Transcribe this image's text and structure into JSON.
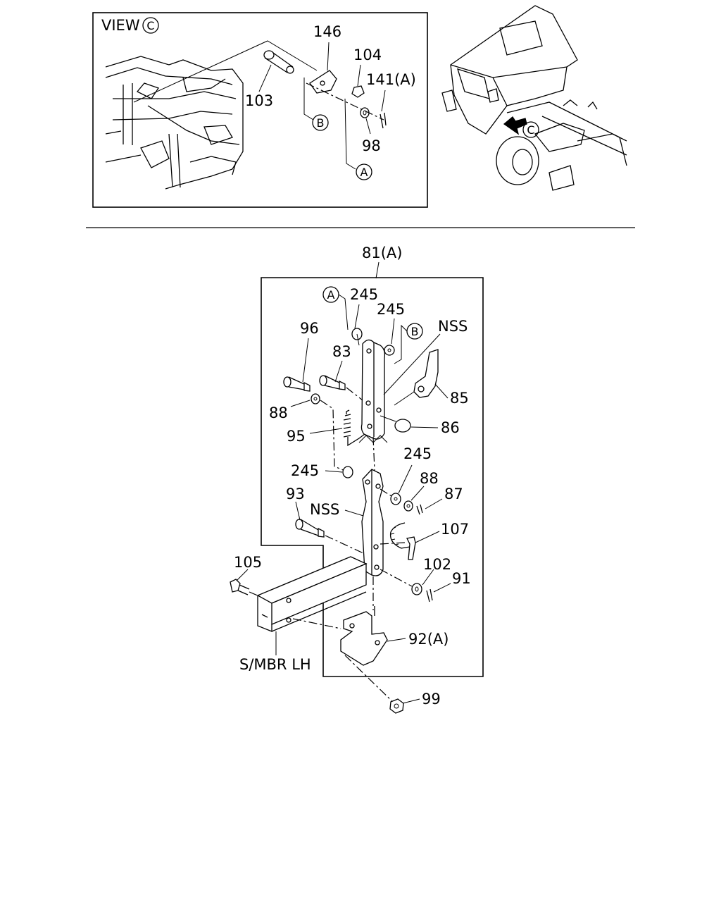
{
  "view_title": "VIEW",
  "view_circle": "C",
  "subassembly_label": "81(A)",
  "callouts": {
    "c146": "146",
    "c104": "104",
    "c141a": "141(A)",
    "c103": "103",
    "c98": "98",
    "c245a": "245",
    "c245b": "245",
    "c245c": "245",
    "c245d": "245",
    "c96": "96",
    "c83": "83",
    "c88a": "88",
    "c88b": "88",
    "c95": "95",
    "c85": "85",
    "c86": "86",
    "c93": "93",
    "c87": "87",
    "c107": "107",
    "c102": "102",
    "c91": "91",
    "c105": "105",
    "c92a": "92(A)",
    "c99": "99",
    "nss1": "NSS",
    "nss2": "NSS"
  },
  "reference_circles": {
    "a1": "A",
    "b1": "B",
    "a2": "A",
    "b2": "B",
    "c_truck": "C"
  },
  "member_label": "S/MBR LH"
}
